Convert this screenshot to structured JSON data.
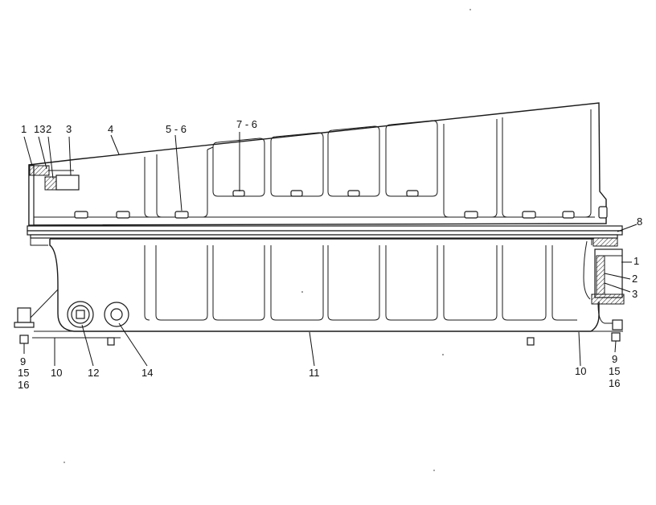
{
  "callouts": {
    "c_left_1": "1",
    "c_left_13": "13",
    "c_left_2": "2",
    "c_left_3": "3",
    "c_top_4": "4",
    "c_top_56": "5 - 6",
    "c_top_76": "7 - 6",
    "c_right_8": "8",
    "c_right_1": "1",
    "c_right_2": "2",
    "c_right_3": "3",
    "c_bl_9": "9",
    "c_bl_15": "15",
    "c_bl_16": "16",
    "c_bot_10a": "10",
    "c_bot_12": "12",
    "c_bot_14": "14",
    "c_bot_11": "11",
    "c_bot_10b": "10",
    "c_br_9": "9",
    "c_br_15": "15",
    "c_br_16": "16"
  }
}
